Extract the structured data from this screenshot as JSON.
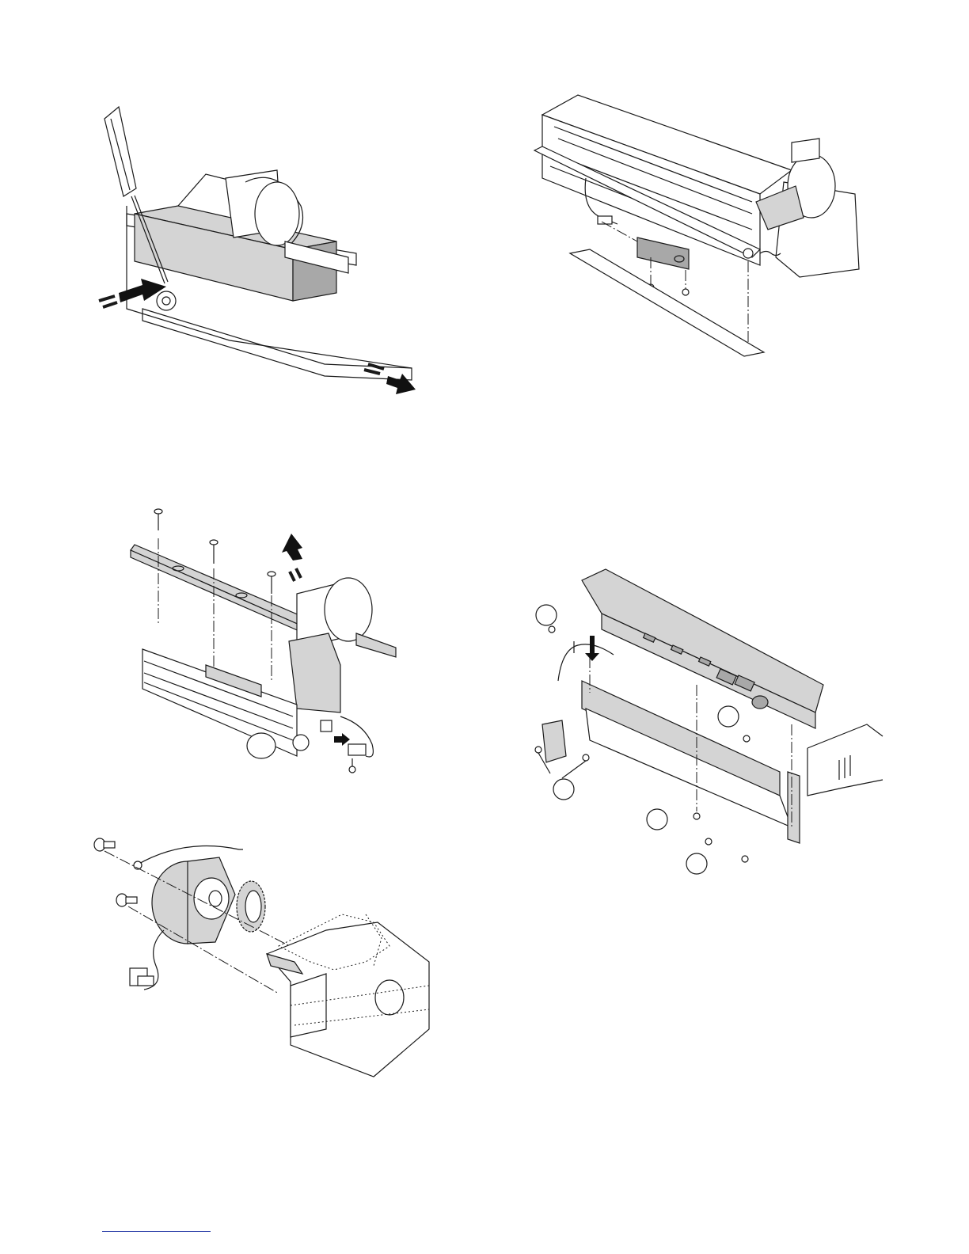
{
  "figures": [
    {
      "id": "fig-scanner-lamp-removal",
      "icon": "screwdriver-release-illustration"
    },
    {
      "id": "fig-scanner-unit-bottom",
      "icon": "scanner-unit-exploded-illustration"
    },
    {
      "id": "fig-top-plate-removal",
      "icon": "plate-screws-exploded-illustration"
    },
    {
      "id": "fig-operation-panel-removal",
      "icon": "operation-panel-exploded-illustration"
    },
    {
      "id": "fig-motor-gear-removal",
      "icon": "motor-gear-exploded-illustration"
    }
  ],
  "colors": {
    "line": "#1a1a1a",
    "fill_gray": "#d4d4d4",
    "fill_dark": "#a8a8a8",
    "footer_rule": "#2b3fa8"
  }
}
